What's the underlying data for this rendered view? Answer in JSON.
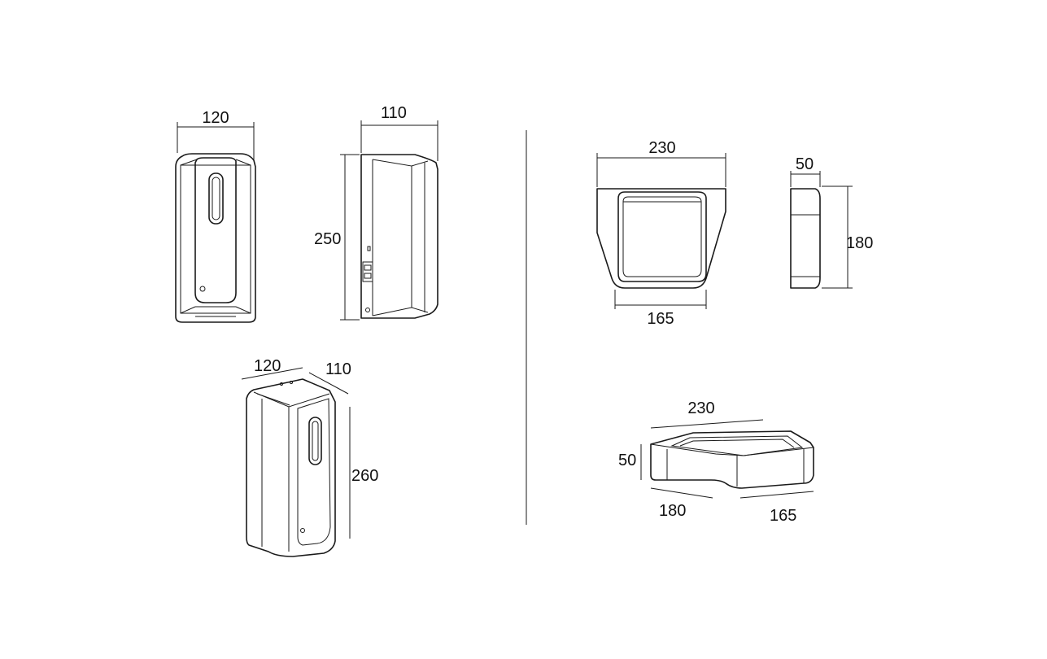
{
  "dimensions": {
    "dispenser_front_width": "120",
    "dispenser_side_depth": "110",
    "dispenser_height": "250",
    "dispenser_iso_width": "120",
    "dispenser_iso_depth": "110",
    "dispenser_iso_height": "260",
    "tray_top_width": "230",
    "tray_top_inner_width": "165",
    "tray_side_thickness": "50",
    "tray_side_depth": "180",
    "tray_iso_width": "230",
    "tray_iso_height": "50",
    "tray_iso_depth": "180",
    "tray_iso_inner": "165"
  },
  "colors": {
    "line": "#1a1a1a",
    "background": "#ffffff"
  }
}
